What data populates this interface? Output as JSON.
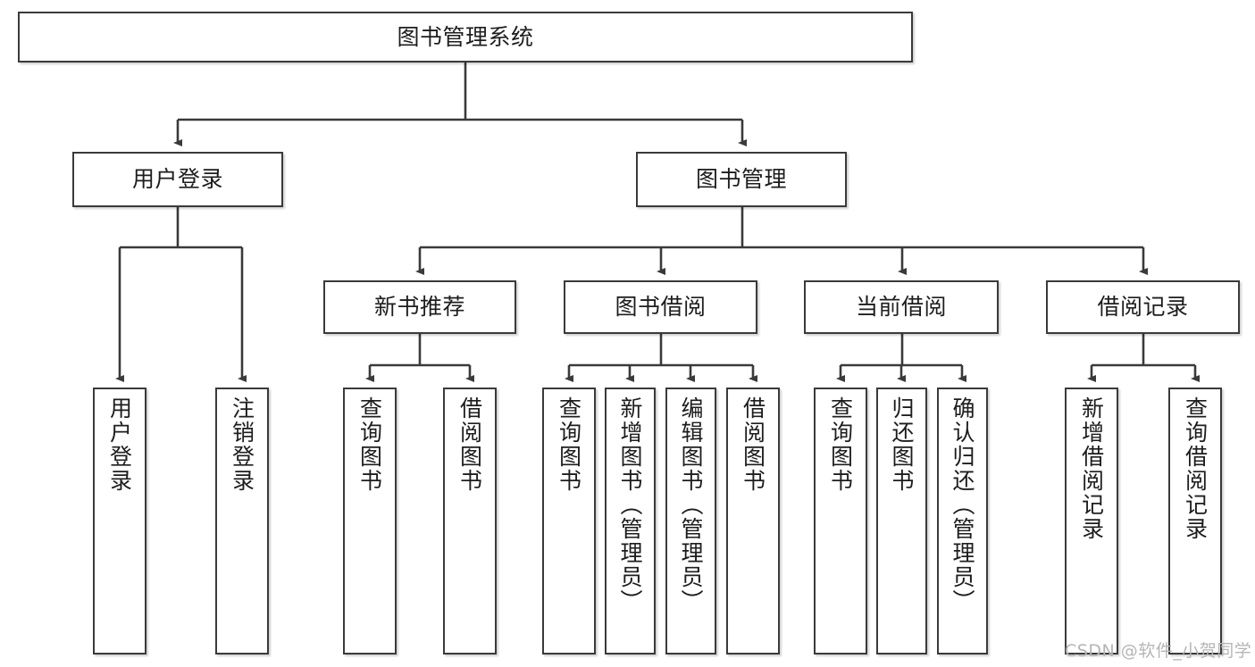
{
  "diagram": {
    "type": "tree-hierarchy",
    "title": "图书管理系统",
    "orientation": "top-down",
    "arrow_color": "#3a3a3a",
    "box_border_color": "#3a3a3a",
    "box_fill_color": "#ffffff",
    "text_color": "#1d1d1d"
  },
  "root": {
    "label": "图书管理系统"
  },
  "level2": [
    {
      "label": "用户登录"
    },
    {
      "label": "图书管理"
    }
  ],
  "level3": [
    {
      "label": "新书推荐"
    },
    {
      "label": "图书借阅"
    },
    {
      "label": "当前借阅"
    },
    {
      "label": "借阅记录"
    }
  ],
  "leaves": {
    "user_login": [
      {
        "label": "用户登录"
      },
      {
        "label": "注销登录"
      }
    ],
    "new_book_recommend": [
      {
        "label": "查询图书"
      },
      {
        "label": "借阅图书"
      }
    ],
    "book_borrow": [
      {
        "label": "查询图书"
      },
      {
        "label": "新增图书（管理员）"
      },
      {
        "label": "编辑图书（管理员）"
      },
      {
        "label": "借阅图书"
      }
    ],
    "current_borrow": [
      {
        "label": "查询图书"
      },
      {
        "label": "归还图书"
      },
      {
        "label": "确认归还（管理员）"
      }
    ],
    "borrow_record": [
      {
        "label": "新增借阅记录"
      },
      {
        "label": "查询借阅记录"
      }
    ]
  },
  "watermark": {
    "text": "CSDN @软件_小贺同学"
  }
}
